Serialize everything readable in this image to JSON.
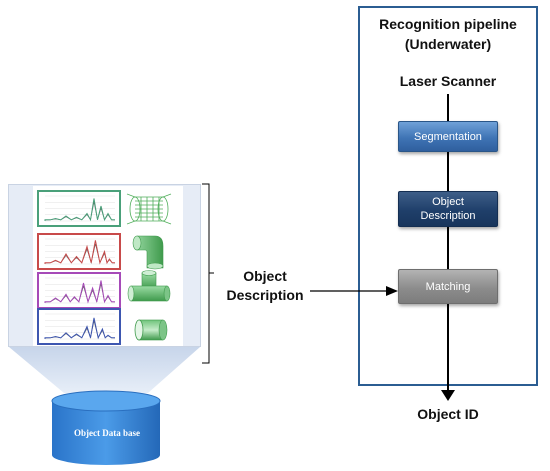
{
  "pipeline": {
    "title_line1": "Recognition pipeline",
    "title_line2": "(Underwater)",
    "input_label": "Laser Scanner",
    "stages": [
      {
        "line1": "Segmentation",
        "line2": ""
      },
      {
        "line1": "Object",
        "line2": "Description"
      },
      {
        "line1": "Matching",
        "line2": ""
      }
    ],
    "output_label": "Object ID"
  },
  "descriptor_label": {
    "line1": "Object",
    "line2": "Description"
  },
  "database": {
    "label": "Object Data base",
    "signature_colors": [
      "#4aa07a",
      "#c84a4a",
      "#a64ab8",
      "#3d56b0"
    ],
    "shape_icons": [
      "pipe-grid-icon",
      "elbow-pipe-icon",
      "tee-pipe-icon",
      "straight-pipe-icon"
    ]
  },
  "colors": {
    "frame": "#2b5d92",
    "segmentation": "#4a7fc1",
    "description": "#223f68",
    "matching": "#8e8e8e",
    "database_fill": "#2e7ed6",
    "shape_green": "#4fae5a"
  }
}
